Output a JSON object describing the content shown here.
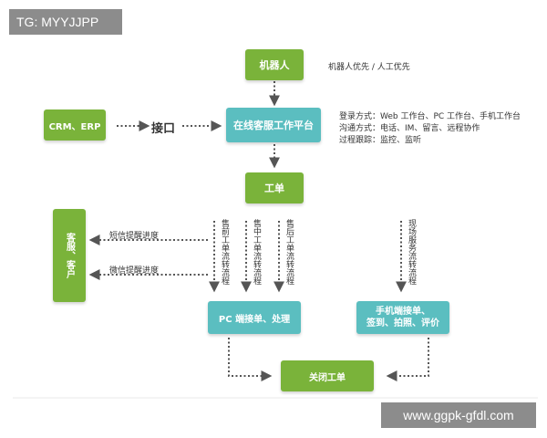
{
  "tag_label": "TG: MYYJJPP",
  "watermark": "www.ggpk-gfdl.com",
  "nodes": {
    "robot": "机器人",
    "crm_erp": "CRM、ERP",
    "interface": "接口",
    "platform": "在线客服工作平台",
    "work_order": "工单",
    "customer": "客服、客户",
    "pc": "PC 端接单、处理",
    "mobile_line1": "手机端接单、",
    "mobile_line2": "签到、拍照、评价",
    "close": "关闭工单"
  },
  "notes": {
    "robot_note": "机器人优先 / 人工优先",
    "login": "登录方式：Web 工作台、PC 工作台、手机工作台",
    "communication": "沟通方式：电话、IM、留言、远程协作",
    "tracking": "过程跟踪：监控、监听"
  },
  "flows": {
    "pre_sale": "售前工单流转流程",
    "in_sale": "售中工单流转流程",
    "after_sale": "售后工单流转流程",
    "onsite": "现场服务流转流程"
  },
  "reminders": {
    "sms": "短信提醒进度",
    "wechat": "微信提醒进度"
  },
  "colors": {
    "green": "#7ab33a",
    "teal": "#5bbec0",
    "arrow": "#555555"
  }
}
